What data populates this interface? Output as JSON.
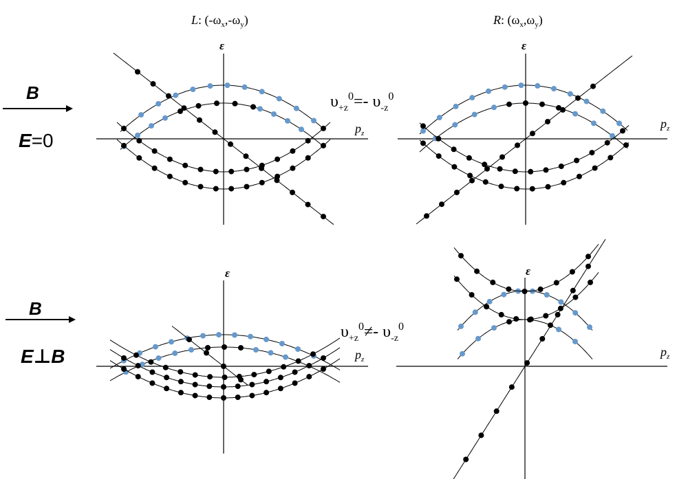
{
  "columns": {
    "left": {
      "prefix": "L",
      "text": ": (-ω",
      "s1": "x",
      "mid": ",-ω",
      "s2": "y",
      "end": ")"
    },
    "right": {
      "prefix": "R",
      "text": ": (ω",
      "s1": "x",
      "mid": ",ω",
      "s2": "y",
      "end": ")"
    }
  },
  "rows": {
    "top": {
      "field_b": "B",
      "field_e": "E",
      "field_e_suffix": "=0"
    },
    "bottom": {
      "field_b": "B",
      "field_e": "E⊥B"
    }
  },
  "axis_labels": {
    "energy": "ε",
    "momentum": "p",
    "momentum_sub": "z"
  },
  "relations": {
    "top": {
      "a": "υ",
      "a_sub": "+z",
      "a_sup": "0",
      "op": "=- ",
      "b": "υ",
      "b_sub": "-z",
      "b_sup": "0"
    },
    "bottom": {
      "a": "υ",
      "a_sub": "+z",
      "a_sup": "0",
      "op": "≠- ",
      "b": "υ",
      "b_sub": "-z",
      "b_sup": "0"
    }
  },
  "colors": {
    "filled": "#000000",
    "empty": "#6699cc",
    "line": "#000000"
  }
}
